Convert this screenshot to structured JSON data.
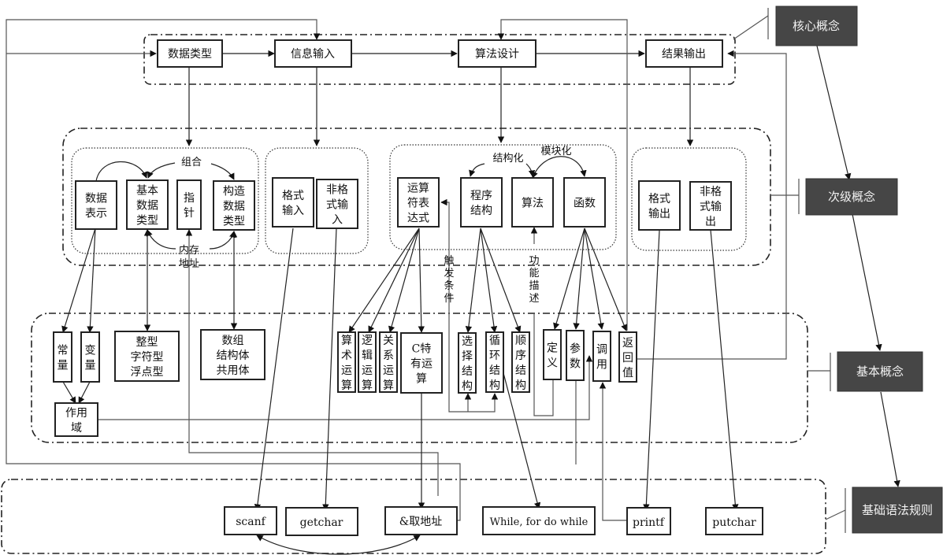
{
  "levels": {
    "core": "核心概念",
    "secondary": "次级概念",
    "basic": "基本概念",
    "syntax": "基础语法规则"
  },
  "core_nodes": {
    "data_type": "数据类型",
    "info_input": "信息输入",
    "algorithm_design": "算法设计",
    "result_output": "结果输出"
  },
  "secondary_nodes": {
    "data_repr": [
      "数据",
      "表示"
    ],
    "basic_data_type": [
      "基本",
      "数据",
      "类型"
    ],
    "pointer": [
      "指",
      "针"
    ],
    "constructed_type": [
      "构造",
      "数据",
      "类型"
    ],
    "formatted_input": [
      "格式",
      "输入"
    ],
    "unformatted_input": [
      "非格",
      "式输",
      "入"
    ],
    "operator_expr": [
      "运算",
      "符表",
      "达式"
    ],
    "program_structure": [
      "程序",
      "结构"
    ],
    "algorithm": [
      "算法"
    ],
    "function": [
      "函数"
    ],
    "formatted_output": [
      "格式",
      "输出"
    ],
    "unformatted_output": [
      "非格",
      "式输",
      "出"
    ]
  },
  "basic_nodes": {
    "constant": [
      "常",
      "量"
    ],
    "variable": [
      "变",
      "量"
    ],
    "scope": [
      "作用",
      "域"
    ],
    "primitive_types": [
      "整型",
      "字符型",
      "浮点型"
    ],
    "composite_types": [
      "数组",
      "结构体",
      "共用体"
    ],
    "arith_op": [
      "算",
      "术",
      "运",
      "算"
    ],
    "logic_op": [
      "逻",
      "辑",
      "运",
      "算"
    ],
    "relation_op": [
      "关",
      "系",
      "运",
      "算"
    ],
    "c_special_op": [
      "C特",
      "有运",
      "算"
    ],
    "selection": [
      "选",
      "择",
      "结",
      "构"
    ],
    "loop": [
      "循",
      "环",
      "结",
      "构"
    ],
    "sequence": [
      "顺",
      "序",
      "结",
      "构"
    ],
    "definition": [
      "定",
      "义"
    ],
    "parameter": [
      "参",
      "数"
    ],
    "call": [
      "调",
      "用"
    ],
    "return_value": [
      "返",
      "回",
      "值"
    ]
  },
  "syntax_nodes": {
    "scanf": "scanf",
    "getchar": "getchar",
    "address_of": "&取地址",
    "loops": "While, for do while",
    "printf": "printf",
    "putchar": "putchar"
  },
  "edge_labels": {
    "combine": "组合",
    "memory_address": [
      "内存",
      "地址"
    ],
    "structured": "结构化",
    "modular": "模块化",
    "trigger_condition": [
      "触",
      "发",
      "条",
      "件"
    ],
    "function_description": [
      "功",
      "能",
      "描",
      "述"
    ]
  }
}
